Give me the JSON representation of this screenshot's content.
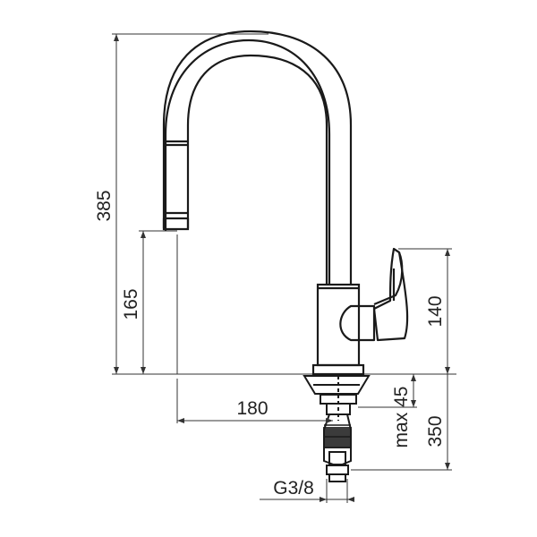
{
  "dimensions": {
    "total_height": "385",
    "spout_height": "165",
    "reach": "180",
    "body_to_lever_height": "140",
    "max_deck_thickness": "max 45",
    "hose_length": "350",
    "thread": "G3/8"
  },
  "colors": {
    "line": "#1a1a1a",
    "dim_line": "#333333"
  }
}
